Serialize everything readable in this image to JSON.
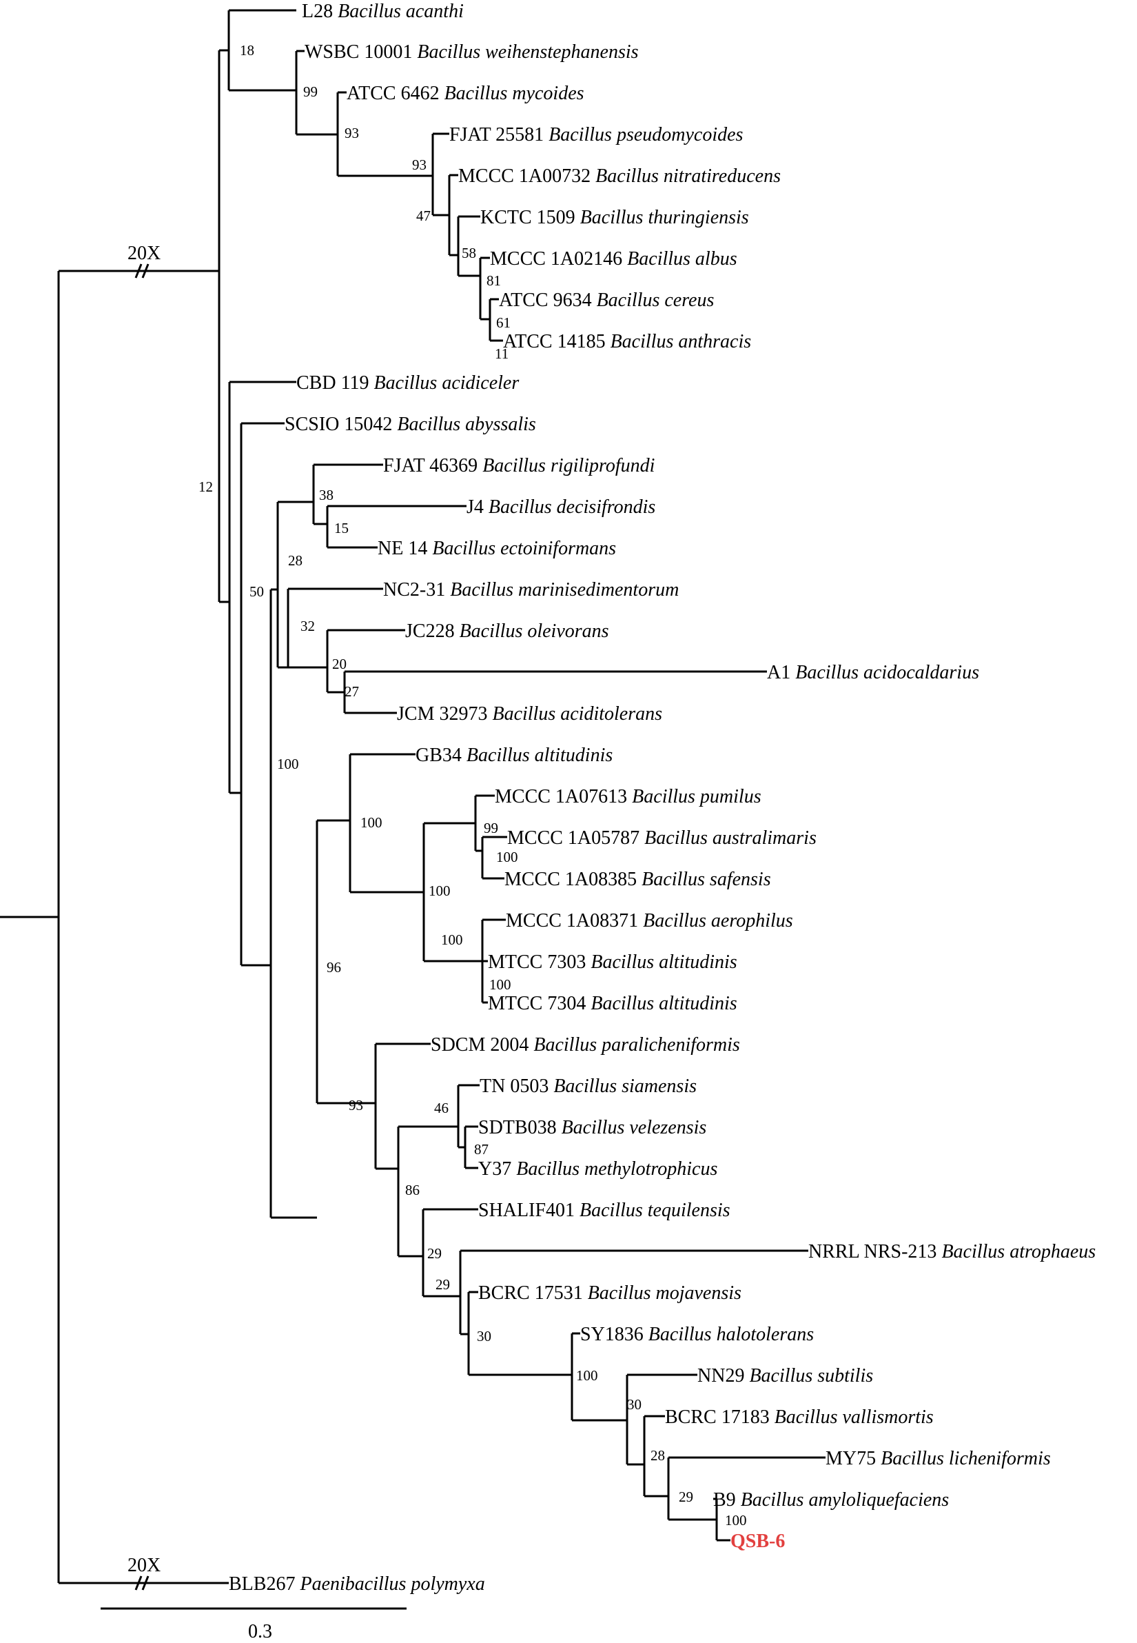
{
  "tree": {
    "leaves": [
      {
        "strain": "L28",
        "species": "Bacillus acanthi"
      },
      {
        "strain": "WSBC 10001",
        "species": "Bacillus weihenstephanensis"
      },
      {
        "strain": "ATCC 6462",
        "species": "Bacillus mycoides"
      },
      {
        "strain": "FJAT 25581",
        "species": "Bacillus pseudomycoides"
      },
      {
        "strain": "MCCC 1A00732",
        "species": "Bacillus nitratireducens"
      },
      {
        "strain": "KCTC 1509",
        "species": "Bacillus thuringiensis"
      },
      {
        "strain": "MCCC 1A02146",
        "species": "Bacillus albus"
      },
      {
        "strain": "ATCC 9634",
        "species": "Bacillus cereus"
      },
      {
        "strain": "ATCC 14185",
        "species": "Bacillus anthracis"
      },
      {
        "strain": "CBD 119",
        "species": "Bacillus acidiceler"
      },
      {
        "strain": "SCSIO 15042",
        "species": "Bacillus abyssalis"
      },
      {
        "strain": "FJAT 46369",
        "species": "Bacillus rigiliprofundi"
      },
      {
        "strain": "J4",
        "species": "Bacillus decisifrondis"
      },
      {
        "strain": "NE 14",
        "species": "Bacillus ectoiniformans"
      },
      {
        "strain": "NC2-31",
        "species": "Bacillus marinisedimentorum"
      },
      {
        "strain": "JC228",
        "species": "Bacillus oleivorans"
      },
      {
        "strain": "A1",
        "species": "Bacillus acidocaldarius"
      },
      {
        "strain": "JCM 32973",
        "species": "Bacillus aciditolerans"
      },
      {
        "strain": "GB34",
        "species": "Bacillus altitudinis"
      },
      {
        "strain": "MCCC 1A07613",
        "species": "Bacillus pumilus"
      },
      {
        "strain": "MCCC 1A05787",
        "species": "Bacillus australimaris"
      },
      {
        "strain": "MCCC 1A08385",
        "species": "Bacillus safensis"
      },
      {
        "strain": "MCCC 1A08371",
        "species": "Bacillus aerophilus"
      },
      {
        "strain": "MTCC 7303",
        "species": "Bacillus altitudinis"
      },
      {
        "strain": "MTCC 7304",
        "species": "Bacillus altitudinis"
      },
      {
        "strain": "SDCM 2004",
        "species": "Bacillus paralicheniformis"
      },
      {
        "strain": "TN 0503",
        "species": "Bacillus siamensis"
      },
      {
        "strain": "SDTB038",
        "species": "Bacillus velezensis"
      },
      {
        "strain": "Y37",
        "species": "Bacillus methylotrophicus"
      },
      {
        "strain": "SHALIF401",
        "species": "Bacillus tequilensis"
      },
      {
        "strain": "NRRL NRS-213",
        "species": "Bacillus atrophaeus"
      },
      {
        "strain": "BCRC 17531",
        "species": "Bacillus mojavensis"
      },
      {
        "strain": "SY1836",
        "species": "Bacillus halotolerans"
      },
      {
        "strain": "NN29",
        "species": "Bacillus subtilis"
      },
      {
        "strain": "BCRC 17183",
        "species": "Bacillus vallismortis"
      },
      {
        "strain": "MY75",
        "species": "Bacillus licheniformis"
      },
      {
        "strain": "B9",
        "species": "Bacillus amyloliquefaciens"
      },
      {
        "strain": "QSB-6",
        "species": "",
        "highlight": true
      },
      {
        "strain": "BLB267",
        "species": "Paenibacillus polymyxa"
      }
    ],
    "bootstrap": [
      "18",
      "99",
      "93",
      "93",
      "47",
      "58",
      "81",
      "61",
      "11",
      "12",
      "50",
      "38",
      "15",
      "28",
      "32",
      "20",
      "27",
      "100",
      "100",
      "99",
      "100",
      "100",
      "100",
      "96",
      "93",
      "46",
      "87",
      "86",
      "29",
      "29",
      "30",
      "100",
      "30",
      "28",
      "29",
      "100"
    ],
    "break_labels": [
      "20X",
      "20X"
    ],
    "scale_label": "0.3",
    "colors": {
      "branch": "#000000",
      "highlight": "#e2403f"
    }
  }
}
